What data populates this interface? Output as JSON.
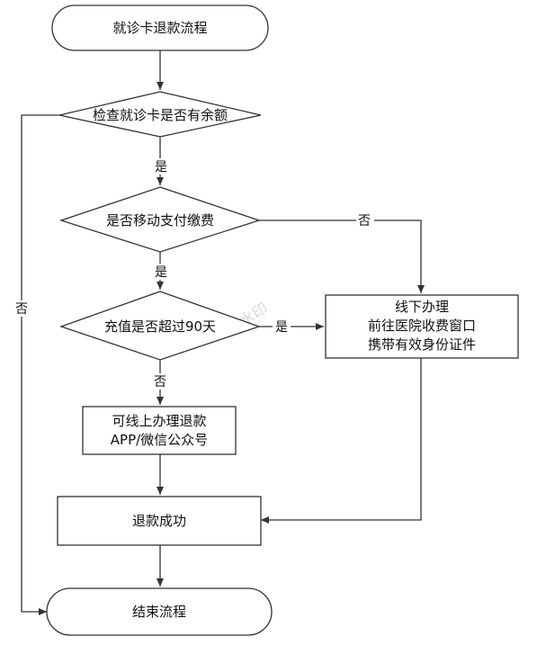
{
  "nodes": {
    "start": "就诊卡退款流程",
    "check_balance": "检查就诊卡是否有余额",
    "mobile_pay": "是否移动支付缴费",
    "over_90_days": "充值是否超过90天",
    "offline": {
      "line1": "线下办理",
      "line2": "前往医院收费窗口",
      "line3": "携带有效身份证件"
    },
    "online": {
      "line1": "可线上办理退款",
      "line2": "APP/微信公众号"
    },
    "success": "退款成功",
    "end": "结束流程"
  },
  "edge_labels": {
    "yes_balance": "是",
    "no_balance": "否",
    "yes_mobile": "是",
    "no_mobile": "否",
    "yes_90": "是",
    "no_90": "否"
  },
  "watermark": "水印"
}
